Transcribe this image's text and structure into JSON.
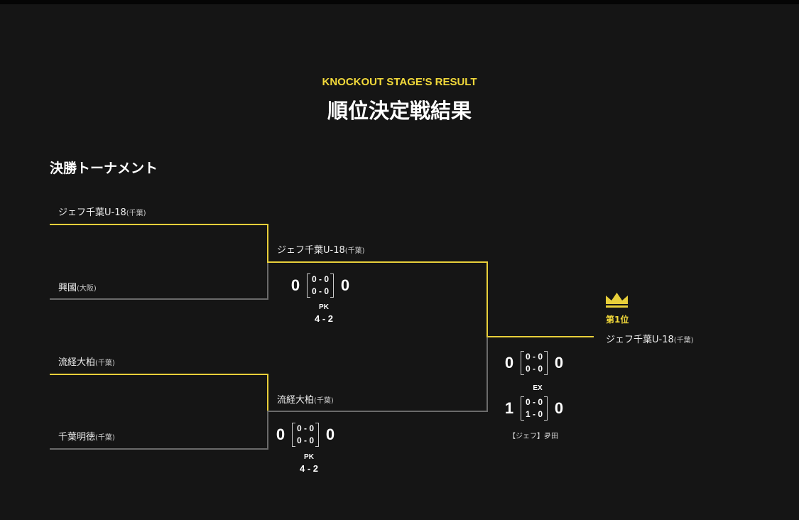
{
  "header": {
    "subtitle": "KNOCKOUT STAGE'S RESULT",
    "title": "順位決定戦結果"
  },
  "section_title": "決勝トーナメント",
  "round1": [
    {
      "team": "ジェフ千葉U-18",
      "pref": "(千葉)"
    },
    {
      "team": "興國",
      "pref": "(大阪)"
    },
    {
      "team": "流経大柏",
      "pref": "(千葉)"
    },
    {
      "team": "千葉明徳",
      "pref": "(千葉)"
    }
  ],
  "semis": [
    {
      "winner": "ジェフ千葉U-18",
      "pref": "(千葉)",
      "left": "0",
      "right": "0",
      "h1": "0 - 0",
      "h2": "0 - 0",
      "pk_label": "PK",
      "pk": "4 - 2"
    },
    {
      "winner": "流経大柏",
      "pref": "(千葉)",
      "left": "0",
      "right": "0",
      "h1": "0 - 0",
      "h2": "0 - 0",
      "pk_label": "PK",
      "pk": "4 - 2"
    }
  ],
  "final": {
    "left": "0",
    "right": "0",
    "h1": "0 - 0",
    "h2": "0 - 0",
    "ex_label": "EX",
    "ex_left": "1",
    "ex_right": "0",
    "ex1": "0 - 0",
    "ex2": "1 - 0",
    "scorer": "【ジェフ】夛田",
    "rank": "第1位",
    "champion": "ジェフ千葉U-18",
    "champion_pref": "(千葉)"
  },
  "colors": {
    "accent": "#e8cf3a",
    "loser_line": "#6a6a6a"
  }
}
